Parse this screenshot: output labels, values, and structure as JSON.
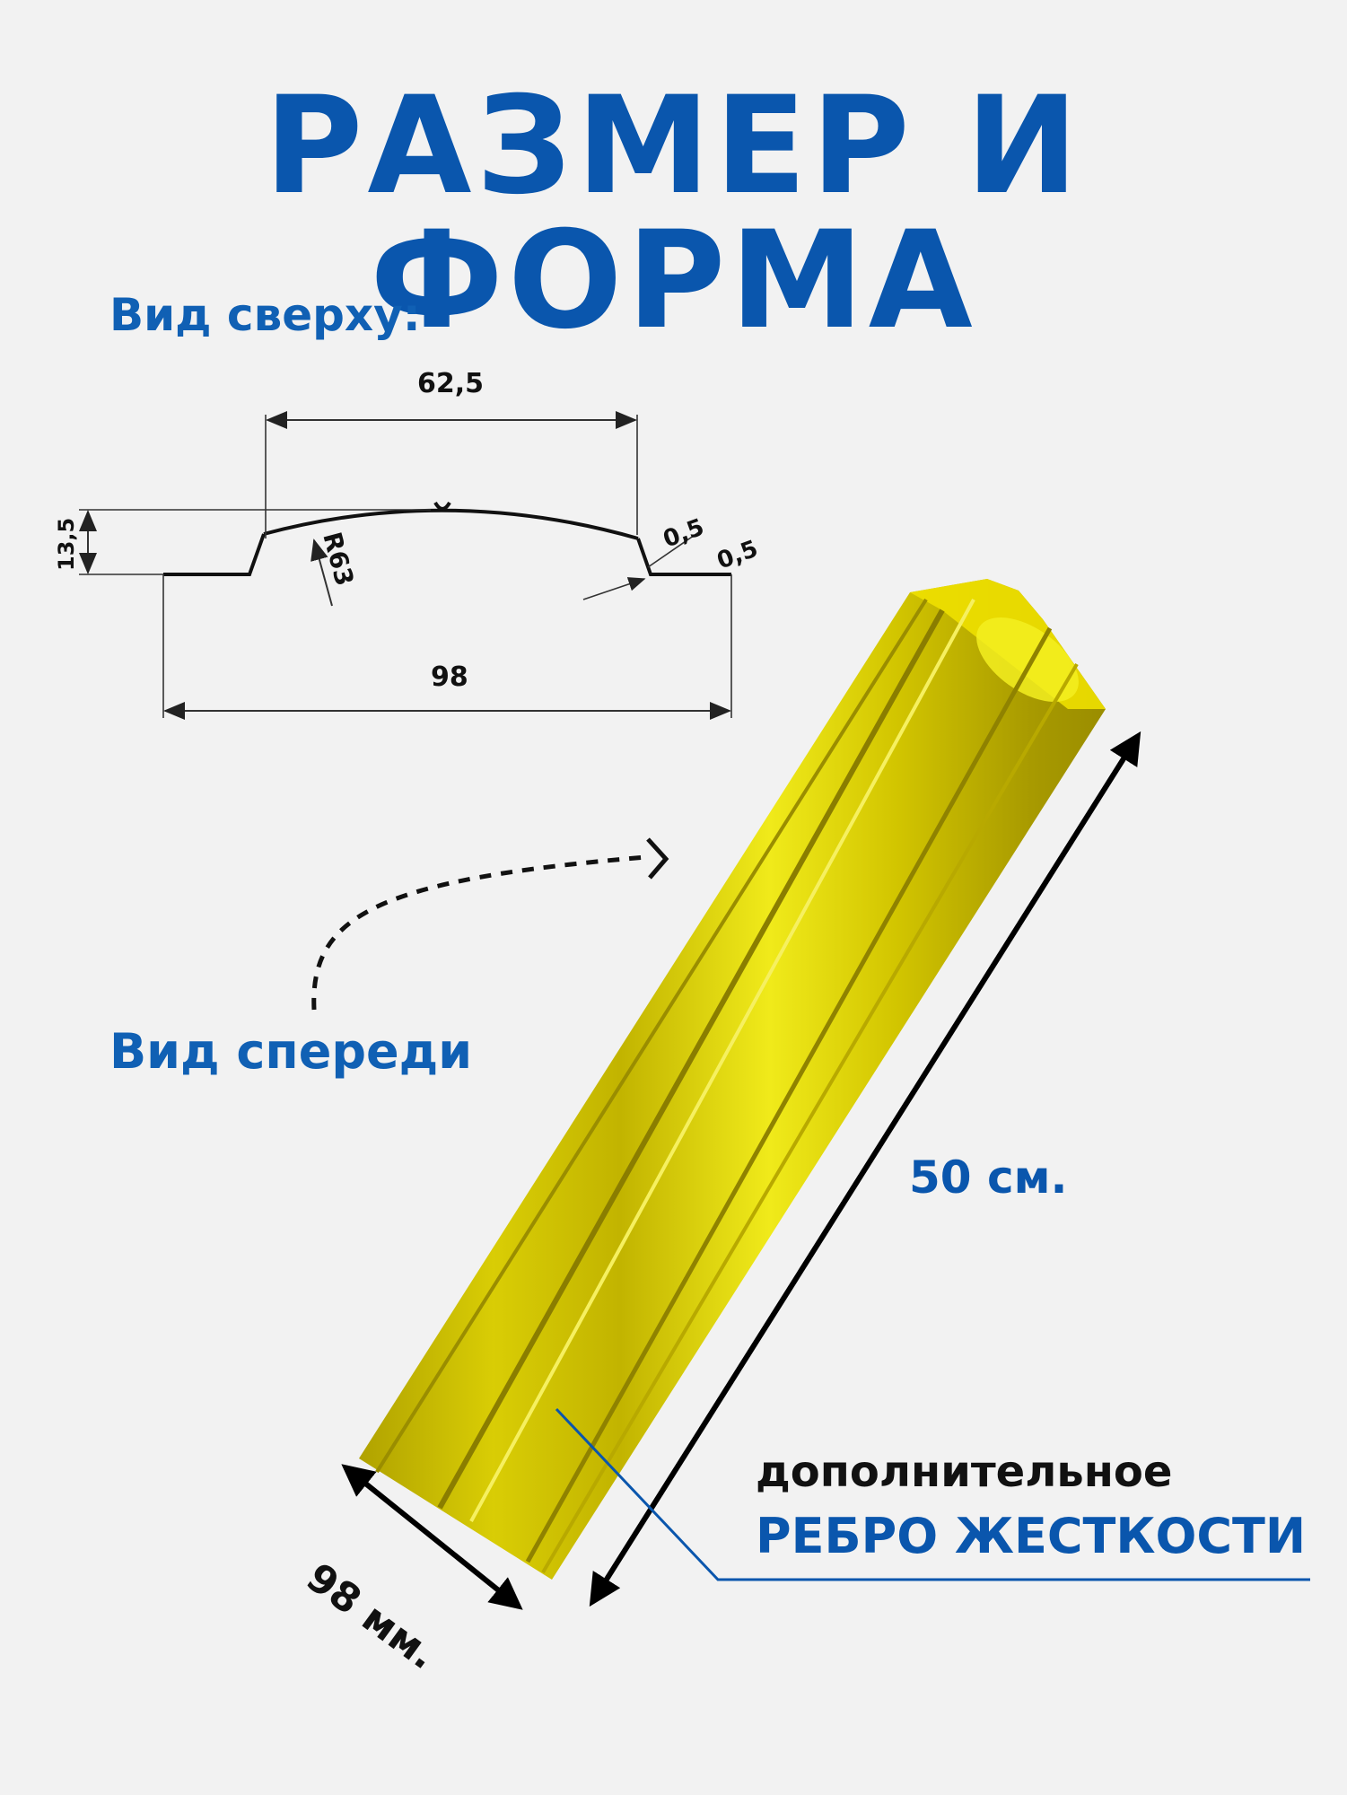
{
  "title": "РАЗМЕР И ФОРМА",
  "top_view": {
    "label": "Вид сверху:",
    "dim_top": "62,5",
    "dim_height": "13,5",
    "dim_radius": "R63",
    "dim_thickness_1": "0,5",
    "dim_thickness_2": "0,5",
    "dim_bottom": "98"
  },
  "front_view": {
    "label": "Вид спереди",
    "length": "50 см.",
    "width": "98 мм.",
    "rib_caption_line1": "дополнительное",
    "rib_caption_line2": "РЕБРО ЖЕСТКОСТИ"
  },
  "colors": {
    "title_blue": "#0a56ad",
    "product_yellow": "#e3d80a",
    "background": "#f2f2f2"
  }
}
